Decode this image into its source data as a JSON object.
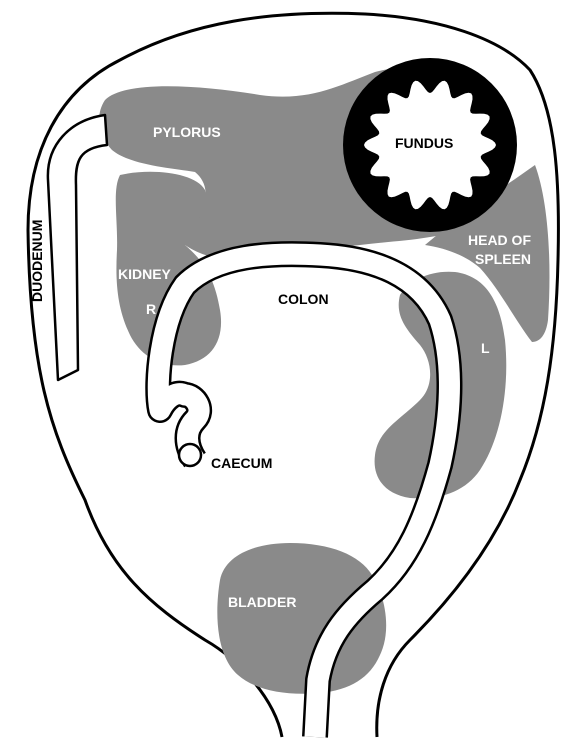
{
  "colors": {
    "organ": "#8a8a8a",
    "outline": "#000000",
    "background": "#ffffff"
  },
  "labels": {
    "duodenum": "DUODENUM",
    "pylorus": "PYLORUS",
    "fundus": "FUNDUS",
    "head_of_spleen_line1": "HEAD OF",
    "head_of_spleen_line2": "SPLEEN",
    "kidney": "KIDNEY",
    "kidney_right": "R",
    "colon": "COLON",
    "kidney_left": "L",
    "caecum": "CAECUM",
    "bladder": "BLADDER"
  }
}
